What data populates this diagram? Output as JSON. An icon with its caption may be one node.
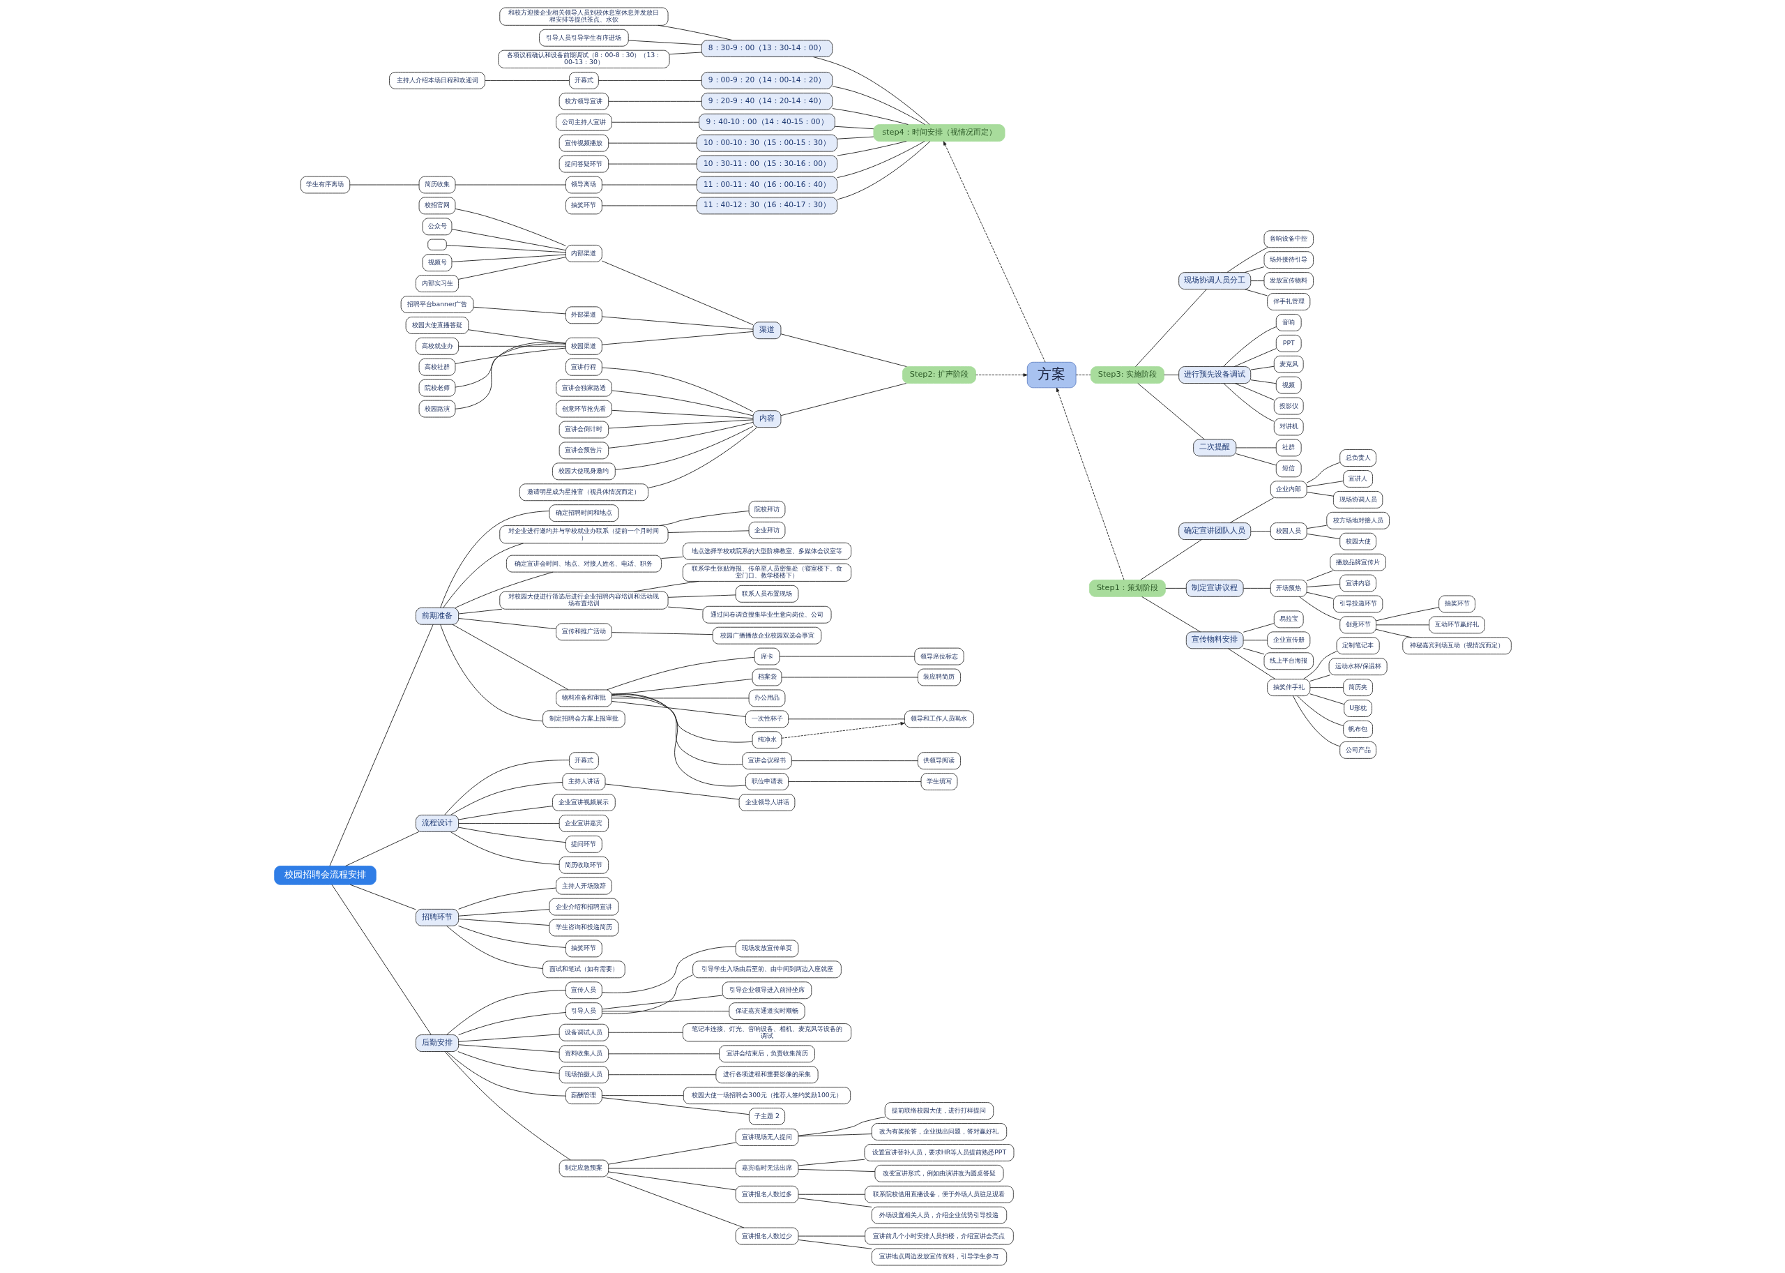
{
  "diagram": {
    "nodes": [
      {
        "text": [
          "校园招聘会流程安排"
        ]
      },
      {
        "text": [
          "前期准备"
        ]
      },
      {
        "text": [
          "确定招聘时间和地点"
        ]
      },
      {
        "text": [
          "对企业进行邀约并与学校就业办联系（提前一个月时间）"
        ]
      },
      {
        "text": [
          "院校拜访"
        ]
      },
      {
        "text": [
          "企业拜访"
        ]
      },
      {
        "text": [
          "确定宣讲会时间、地点、对接人姓名、电话、职务"
        ]
      },
      {
        "text": [
          "地点选择学校或院系的大型阶梯教室、多媒体会议室等"
        ]
      },
      {
        "text": [
          "对校园大使进行筛选后进行企业招聘内容培训和活动现场布置培训"
        ]
      },
      {
        "text": [
          "联系学生张贴海报、传单至人员密集处（寝室楼下、食堂门口、教学楼楼下）"
        ]
      },
      {
        "text": [
          "联系人员布置现场"
        ]
      },
      {
        "text": [
          "通过问卷调查搜集毕业生意向岗位、公司"
        ]
      },
      {
        "text": [
          "宣传和推广活动"
        ]
      },
      {
        "text": [
          "校园广播播放企业校园双选会事宜"
        ]
      },
      {
        "text": [
          "物料准备和审批"
        ]
      },
      {
        "text": [
          "席卡"
        ]
      },
      {
        "text": [
          "领导席位标志"
        ]
      },
      {
        "text": [
          "档案袋"
        ]
      },
      {
        "text": [
          "装应聘简历"
        ]
      },
      {
        "text": [
          "办公用品"
        ]
      },
      {
        "text": [
          "一次性杯子"
        ]
      },
      {
        "text": [
          "领导和工作人员喝水"
        ]
      },
      {
        "text": [
          "纯净水"
        ]
      },
      {
        "text": [
          "宣讲会议程书"
        ]
      },
      {
        "text": [
          "供领导阅读"
        ]
      },
      {
        "text": [
          "职位申请表"
        ]
      },
      {
        "text": [
          "学生填写"
        ]
      },
      {
        "text": [
          "制定招聘会方案上报审批"
        ]
      },
      {
        "text": [
          "流程设计"
        ]
      },
      {
        "text": [
          "开幕式"
        ]
      },
      {
        "text": [
          "主持人讲话"
        ]
      },
      {
        "text": [
          "企业领导人讲话"
        ]
      },
      {
        "text": [
          "企业宣讲视频展示"
        ]
      },
      {
        "text": [
          "企业宣讲嘉宾"
        ]
      },
      {
        "text": [
          "提问环节"
        ]
      },
      {
        "text": [
          "简历收取环节"
        ]
      },
      {
        "text": [
          "招聘环节"
        ]
      },
      {
        "text": [
          "主持人开场致辞"
        ]
      },
      {
        "text": [
          "企业介绍和招聘宣讲"
        ]
      },
      {
        "text": [
          "学生咨询和投递简历"
        ]
      },
      {
        "text": [
          "抽奖环节"
        ]
      },
      {
        "text": [
          "面试和笔试（如有需要）"
        ]
      },
      {
        "text": [
          "后勤安排"
        ]
      },
      {
        "text": [
          "宣传人员"
        ]
      },
      {
        "text": [
          "现场发放宣传单页"
        ]
      },
      {
        "text": [
          "引导人员"
        ]
      },
      {
        "text": [
          "引导学生入场由后至前、由中间到两边入座就座"
        ]
      },
      {
        "text": [
          "引导企业领导进入前排坐席"
        ]
      },
      {
        "text": [
          "保证嘉宾通道实时顺畅"
        ]
      },
      {
        "text": [
          "设备调试人员"
        ]
      },
      {
        "text": [
          "笔记本连接、灯光、音响设备、相机、麦克风等设备的调试"
        ]
      },
      {
        "text": [
          "资料收集人员"
        ]
      },
      {
        "text": [
          "宣讲会结束后，负责收集简历"
        ]
      },
      {
        "text": [
          "现场拍摄人员"
        ]
      },
      {
        "text": [
          "进行各项进程和重要影像的采集"
        ]
      },
      {
        "text": [
          "薪酬管理"
        ]
      },
      {
        "text": [
          "校园大使一场招聘会300元（推荐人签约奖励100元）"
        ]
      },
      {
        "text": [
          "子主题 2"
        ]
      },
      {
        "text": [
          "制定应急预案"
        ]
      },
      {
        "text": [
          "宣讲现场无人提问"
        ]
      },
      {
        "text": [
          "提前联络校园大使，进行打样提问"
        ]
      },
      {
        "text": [
          "改为有奖抢答，企业抛出问题，答对赢好礼"
        ]
      },
      {
        "text": [
          "嘉宾临时无法出席"
        ]
      },
      {
        "text": [
          "设置宣讲替补人员，要求HR等人员提前熟悉PPT"
        ]
      },
      {
        "text": [
          "改变宣讲形式，例如由演讲改为圆桌答疑"
        ]
      },
      {
        "text": [
          "宣讲报名人数过多"
        ]
      },
      {
        "text": [
          "联系院校借用直播设备，便于外场人员驻足观看"
        ]
      },
      {
        "text": [
          "外场设置相关人员，介绍企业优势引导投递"
        ]
      },
      {
        "text": [
          "宣讲报名人数过少"
        ]
      },
      {
        "text": [
          "宣讲前几个小时安排人员扫楼，介绍宣讲会亮点"
        ]
      },
      {
        "text": [
          "宣讲地点周边发放宣传资料，引导学生参与"
        ]
      },
      {
        "text": [
          "方案"
        ]
      },
      {
        "text": [
          "step4：时间安排（视情况而定）"
        ]
      },
      {
        "text": [
          "8：30-9：00（13：30-14：00）"
        ]
      },
      {
        "text": [
          "和校方迎接企业相关领导人员到校休息室休息并发放日程安排等提供茶点、水饮"
        ]
      },
      {
        "text": [
          "引导人员引导学生有序进场"
        ]
      },
      {
        "text": [
          "各项议程确认和设备前期调试（8：00-8：30）（13：00-13：30）"
        ]
      },
      {
        "text": [
          "9：00-9：20（14：00-14：20）"
        ]
      },
      {
        "text": [
          "开幕式"
        ]
      },
      {
        "text": [
          "主持人介绍本场日程和欢迎词"
        ]
      },
      {
        "text": [
          "9：20-9：40（14：20-14：40）"
        ]
      },
      {
        "text": [
          "校方领导宣讲"
        ]
      },
      {
        "text": [
          "9：40-10：00（14：40-15：00）"
        ]
      },
      {
        "text": [
          "公司主持人宣讲"
        ]
      },
      {
        "text": [
          "10：00-10：30（15：00-15：30）"
        ]
      },
      {
        "text": [
          "宣传视频播放"
        ]
      },
      {
        "text": [
          "10：30-11：00（15：30-16：00）"
        ]
      },
      {
        "text": [
          "提问答疑环节"
        ]
      },
      {
        "text": [
          "11：00-11：40（16：00-16：40）"
        ]
      },
      {
        "text": [
          "领导离场"
        ]
      },
      {
        "text": [
          "简历收集"
        ]
      },
      {
        "text": [
          "学生有序离场"
        ]
      },
      {
        "text": [
          "11：40-12：30（16：40-17：30）"
        ]
      },
      {
        "text": [
          "抽奖环节"
        ]
      },
      {
        "text": [
          "Step2: 扩声阶段"
        ]
      },
      {
        "text": [
          "渠道"
        ]
      },
      {
        "text": [
          "内部渠道"
        ]
      },
      {
        "text": [
          "校招官网"
        ]
      },
      {
        "text": [
          "公众号"
        ]
      },
      {
        "text": [],
        "shape": "box"
      },
      {
        "text": [
          "视频号"
        ]
      },
      {
        "text": [
          "内部实习生"
        ]
      },
      {
        "text": [
          "外部渠道"
        ]
      },
      {
        "text": [
          "招聘平台banner广告"
        ]
      },
      {
        "text": [
          "校园渠道"
        ]
      },
      {
        "text": [
          "校园大使直播答疑"
        ]
      },
      {
        "text": [
          "高校就业办"
        ]
      },
      {
        "text": [
          "高校社群"
        ]
      },
      {
        "text": [
          "院校老师"
        ]
      },
      {
        "text": [
          "校园路演"
        ]
      },
      {
        "text": [
          "内容"
        ]
      },
      {
        "text": [
          "宣讲行程"
        ]
      },
      {
        "text": [
          "宣讲会独家路透"
        ]
      },
      {
        "text": [
          "创意环节抢先看"
        ]
      },
      {
        "text": [
          "宣讲会倒计时"
        ]
      },
      {
        "text": [
          "宣讲会预告片"
        ]
      },
      {
        "text": [
          "校园大使现身邀约"
        ]
      },
      {
        "text": [
          "邀请明星成为星推官（视具体情况而定）"
        ]
      },
      {
        "text": [
          "Step1：策划阶段"
        ]
      },
      {
        "text": [
          "确定宣讲团队人员"
        ]
      },
      {
        "text": [
          "企业内部"
        ]
      },
      {
        "text": [
          "总负责人"
        ]
      },
      {
        "text": [
          "宣讲人"
        ]
      },
      {
        "text": [
          "现场协调人员"
        ]
      },
      {
        "text": [
          "校园人员"
        ]
      },
      {
        "text": [
          "校方场地对接人员"
        ]
      },
      {
        "text": [
          "校园大使"
        ]
      },
      {
        "text": [
          "制定宣讲议程"
        ]
      },
      {
        "text": [
          "开场预热"
        ]
      },
      {
        "text": [
          "播放品牌宣传片"
        ]
      },
      {
        "text": [
          "宣讲内容"
        ]
      },
      {
        "text": [
          "引导投递环节"
        ]
      },
      {
        "text": [
          "创意环节"
        ]
      },
      {
        "text": [
          "抽奖环节"
        ]
      },
      {
        "text": [
          "互动环节赢好礼"
        ]
      },
      {
        "text": [
          "神秘嘉宾到场互动（视情况而定）"
        ]
      },
      {
        "text": [
          "宣传物料安排"
        ]
      },
      {
        "text": [
          "易拉宝"
        ]
      },
      {
        "text": [
          "企业宣传册"
        ]
      },
      {
        "text": [
          "线上平台海报"
        ]
      },
      {
        "text": [
          "抽奖伴手礼"
        ]
      },
      {
        "text": [
          "定制笔记本"
        ]
      },
      {
        "text": [
          "运动水杯/保温杯"
        ]
      },
      {
        "text": [
          "简历夹"
        ]
      },
      {
        "text": [
          "U形枕"
        ]
      },
      {
        "text": [
          "帆布包"
        ]
      },
      {
        "text": [
          "公司产品"
        ]
      },
      {
        "text": [
          "Step3: 实施阶段"
        ]
      },
      {
        "text": [
          "现场协调人员分工"
        ]
      },
      {
        "text": [
          "音响设备中控"
        ]
      },
      {
        "text": [
          "场外接待引导"
        ]
      },
      {
        "text": [
          "发放宣传物料"
        ]
      },
      {
        "text": [
          "伴手礼管理"
        ]
      },
      {
        "text": [
          "进行预先设备调试"
        ]
      },
      {
        "text": [
          "音响"
        ]
      },
      {
        "text": [
          "PPT"
        ]
      },
      {
        "text": [
          "麦克风"
        ]
      },
      {
        "text": [
          "视频"
        ]
      },
      {
        "text": [
          "投影仪"
        ]
      },
      {
        "text": [
          "对讲机"
        ]
      },
      {
        "text": [
          "二次提醒"
        ]
      },
      {
        "text": [
          "社群"
        ]
      },
      {
        "text": [
          "短信"
        ]
      }
    ],
    "edges": [
      {
        "from": 0,
        "to": 1,
        "arrow": "none"
      },
      {
        "from": 1,
        "to": 2,
        "arrow": "none"
      },
      {
        "from": 1,
        "to": 3,
        "arrow": "none"
      },
      {
        "from": 3,
        "to": 4,
        "arrow": "none"
      },
      {
        "from": 3,
        "to": 5,
        "arrow": "none"
      },
      {
        "from": 1,
        "to": 6,
        "arrow": "none"
      },
      {
        "from": 6,
        "to": 7,
        "arrow": "none"
      },
      {
        "from": 1,
        "to": 8,
        "arrow": "none"
      },
      {
        "from": 8,
        "to": 9,
        "arrow": "none"
      },
      {
        "from": 8,
        "to": 10,
        "arrow": "none"
      },
      {
        "from": 8,
        "to": 11,
        "arrow": "none"
      },
      {
        "from": 1,
        "to": 12,
        "arrow": "none"
      },
      {
        "from": 12,
        "to": 13,
        "arrow": "none"
      },
      {
        "from": 1,
        "to": 14,
        "arrow": "none"
      },
      {
        "from": 14,
        "to": 15,
        "arrow": "none"
      },
      {
        "from": 15,
        "to": 16,
        "arrow": "none"
      },
      {
        "from": 14,
        "to": 17,
        "arrow": "none"
      },
      {
        "from": 17,
        "to": 18,
        "arrow": "none"
      },
      {
        "from": 14,
        "to": 19,
        "arrow": "none"
      },
      {
        "from": 14,
        "to": 20,
        "arrow": "none"
      },
      {
        "from": 20,
        "to": 21,
        "arrow": "none"
      },
      {
        "from": 14,
        "to": 22,
        "arrow": "none"
      },
      {
        "from": 14,
        "to": 23,
        "arrow": "none"
      },
      {
        "from": 23,
        "to": 24,
        "arrow": "none"
      },
      {
        "from": 14,
        "to": 25,
        "arrow": "none"
      },
      {
        "from": 25,
        "to": 26,
        "arrow": "none"
      },
      {
        "from": 1,
        "to": 27,
        "arrow": "none"
      },
      {
        "from": 0,
        "to": 28,
        "arrow": "none"
      },
      {
        "from": 28,
        "to": 29,
        "arrow": "none"
      },
      {
        "from": 28,
        "to": 30,
        "arrow": "none"
      },
      {
        "from": 30,
        "to": 31,
        "arrow": "none"
      },
      {
        "from": 28,
        "to": 32,
        "arrow": "none"
      },
      {
        "from": 28,
        "to": 33,
        "arrow": "none"
      },
      {
        "from": 28,
        "to": 34,
        "arrow": "none"
      },
      {
        "from": 28,
        "to": 35,
        "arrow": "none"
      },
      {
        "from": 0,
        "to": 36,
        "arrow": "none"
      },
      {
        "from": 36,
        "to": 37,
        "arrow": "none"
      },
      {
        "from": 36,
        "to": 38,
        "arrow": "none"
      },
      {
        "from": 36,
        "to": 39,
        "arrow": "none"
      },
      {
        "from": 36,
        "to": 40,
        "arrow": "none"
      },
      {
        "from": 36,
        "to": 41,
        "arrow": "none"
      },
      {
        "from": 0,
        "to": 42,
        "arrow": "none"
      },
      {
        "from": 42,
        "to": 43,
        "arrow": "none"
      },
      {
        "from": 43,
        "to": 44,
        "arrow": "none"
      },
      {
        "from": 42,
        "to": 45,
        "arrow": "none"
      },
      {
        "from": 45,
        "to": 46,
        "arrow": "none"
      },
      {
        "from": 45,
        "to": 47,
        "arrow": "none"
      },
      {
        "from": 45,
        "to": 48,
        "arrow": "none"
      },
      {
        "from": 42,
        "to": 49,
        "arrow": "none"
      },
      {
        "from": 49,
        "to": 50,
        "arrow": "none"
      },
      {
        "from": 42,
        "to": 51,
        "arrow": "none"
      },
      {
        "from": 51,
        "to": 52,
        "arrow": "none"
      },
      {
        "from": 42,
        "to": 53,
        "arrow": "none"
      },
      {
        "from": 53,
        "to": 54,
        "arrow": "none"
      },
      {
        "from": 42,
        "to": 55,
        "arrow": "none"
      },
      {
        "from": 55,
        "to": 56,
        "arrow": "none"
      },
      {
        "from": 55,
        "to": 57,
        "arrow": "none"
      },
      {
        "from": 42,
        "to": 58,
        "arrow": "none"
      },
      {
        "from": 58,
        "to": 59,
        "arrow": "none"
      },
      {
        "from": 59,
        "to": 60,
        "arrow": "none"
      },
      {
        "from": 59,
        "to": 61,
        "arrow": "none"
      },
      {
        "from": 58,
        "to": 62,
        "arrow": "none"
      },
      {
        "from": 62,
        "to": 63,
        "arrow": "none"
      },
      {
        "from": 62,
        "to": 64,
        "arrow": "none"
      },
      {
        "from": 58,
        "to": 65,
        "arrow": "none"
      },
      {
        "from": 65,
        "to": 66,
        "arrow": "none"
      },
      {
        "from": 65,
        "to": 67,
        "arrow": "none"
      },
      {
        "from": 58,
        "to": 68,
        "arrow": "none"
      },
      {
        "from": 68,
        "to": 69,
        "arrow": "none"
      },
      {
        "from": 68,
        "to": 70,
        "arrow": "none"
      },
      {
        "from": 71,
        "to": 72,
        "arrow": "to",
        "style": "dashed"
      },
      {
        "from": 73,
        "to": 72,
        "arrow": "none"
      },
      {
        "from": 74,
        "to": 73,
        "arrow": "none"
      },
      {
        "from": 75,
        "to": 73,
        "arrow": "none"
      },
      {
        "from": 76,
        "to": 73,
        "arrow": "none"
      },
      {
        "from": 77,
        "to": 72,
        "arrow": "none"
      },
      {
        "from": 78,
        "to": 77,
        "arrow": "none"
      },
      {
        "from": 79,
        "to": 78,
        "arrow": "none"
      },
      {
        "from": 80,
        "to": 72,
        "arrow": "none"
      },
      {
        "from": 81,
        "to": 80,
        "arrow": "none"
      },
      {
        "from": 82,
        "to": 72,
        "arrow": "none"
      },
      {
        "from": 83,
        "to": 82,
        "arrow": "none"
      },
      {
        "from": 84,
        "to": 72,
        "arrow": "none"
      },
      {
        "from": 85,
        "to": 84,
        "arrow": "none"
      },
      {
        "from": 86,
        "to": 72,
        "arrow": "none"
      },
      {
        "from": 87,
        "to": 86,
        "arrow": "none"
      },
      {
        "from": 88,
        "to": 72,
        "arrow": "none"
      },
      {
        "from": 89,
        "to": 88,
        "arrow": "none"
      },
      {
        "from": 90,
        "to": 89,
        "arrow": "none"
      },
      {
        "from": 91,
        "to": 90,
        "arrow": "none"
      },
      {
        "from": 92,
        "to": 72,
        "arrow": "none"
      },
      {
        "from": 93,
        "to": 92,
        "arrow": "none"
      },
      {
        "from": 94,
        "to": 71,
        "arrow": "to",
        "style": "dashed"
      },
      {
        "from": 95,
        "to": 94,
        "arrow": "none"
      },
      {
        "from": 96,
        "to": 95,
        "arrow": "none"
      },
      {
        "from": 97,
        "to": 96,
        "arrow": "none"
      },
      {
        "from": 98,
        "to": 96,
        "arrow": "none"
      },
      {
        "from": 99,
        "to": 96,
        "arrow": "none"
      },
      {
        "from": 100,
        "to": 96,
        "arrow": "none"
      },
      {
        "from": 101,
        "to": 96,
        "arrow": "none"
      },
      {
        "from": 102,
        "to": 95,
        "arrow": "none"
      },
      {
        "from": 103,
        "to": 102,
        "arrow": "none"
      },
      {
        "from": 104,
        "to": 95,
        "arrow": "none"
      },
      {
        "from": 105,
        "to": 104,
        "arrow": "none"
      },
      {
        "from": 106,
        "to": 104,
        "arrow": "none"
      },
      {
        "from": 107,
        "to": 104,
        "arrow": "none"
      },
      {
        "from": 108,
        "to": 104,
        "arrow": "none"
      },
      {
        "from": 109,
        "to": 104,
        "arrow": "none"
      },
      {
        "from": 110,
        "to": 94,
        "arrow": "none"
      },
      {
        "from": 111,
        "to": 110,
        "arrow": "none"
      },
      {
        "from": 112,
        "to": 110,
        "arrow": "none"
      },
      {
        "from": 113,
        "to": 110,
        "arrow": "none"
      },
      {
        "from": 114,
        "to": 110,
        "arrow": "none"
      },
      {
        "from": 115,
        "to": 110,
        "arrow": "none"
      },
      {
        "from": 116,
        "to": 110,
        "arrow": "none"
      },
      {
        "from": 117,
        "to": 110,
        "arrow": "none"
      },
      {
        "from": 118,
        "to": 71,
        "arrow": "to",
        "style": "dashed"
      },
      {
        "from": 118,
        "to": 119,
        "arrow": "none"
      },
      {
        "from": 119,
        "to": 120,
        "arrow": "none"
      },
      {
        "from": 120,
        "to": 121,
        "arrow": "none"
      },
      {
        "from": 120,
        "to": 122,
        "arrow": "none"
      },
      {
        "from": 120,
        "to": 123,
        "arrow": "none"
      },
      {
        "from": 119,
        "to": 124,
        "arrow": "none"
      },
      {
        "from": 124,
        "to": 125,
        "arrow": "none"
      },
      {
        "from": 124,
        "to": 126,
        "arrow": "none"
      },
      {
        "from": 118,
        "to": 127,
        "arrow": "none"
      },
      {
        "from": 127,
        "to": 128,
        "arrow": "none"
      },
      {
        "from": 128,
        "to": 129,
        "arrow": "none"
      },
      {
        "from": 128,
        "to": 130,
        "arrow": "none"
      },
      {
        "from": 128,
        "to": 131,
        "arrow": "none"
      },
      {
        "from": 128,
        "to": 132,
        "arrow": "none"
      },
      {
        "from": 132,
        "to": 133,
        "arrow": "none"
      },
      {
        "from": 132,
        "to": 134,
        "arrow": "none"
      },
      {
        "from": 132,
        "to": 135,
        "arrow": "none"
      },
      {
        "from": 118,
        "to": 136,
        "arrow": "none"
      },
      {
        "from": 136,
        "to": 137,
        "arrow": "none"
      },
      {
        "from": 136,
        "to": 138,
        "arrow": "none"
      },
      {
        "from": 136,
        "to": 139,
        "arrow": "none"
      },
      {
        "from": 136,
        "to": 140,
        "arrow": "none"
      },
      {
        "from": 140,
        "to": 141,
        "arrow": "none"
      },
      {
        "from": 140,
        "to": 142,
        "arrow": "none"
      },
      {
        "from": 140,
        "to": 143,
        "arrow": "none"
      },
      {
        "from": 140,
        "to": 144,
        "arrow": "none"
      },
      {
        "from": 140,
        "to": 145,
        "arrow": "none"
      },
      {
        "from": 140,
        "to": 146,
        "arrow": "none"
      },
      {
        "from": 71,
        "to": 147,
        "arrow": "none",
        "style": "dashed"
      },
      {
        "from": 147,
        "to": 148,
        "arrow": "none"
      },
      {
        "from": 148,
        "to": 149,
        "arrow": "none"
      },
      {
        "from": 148,
        "to": 150,
        "arrow": "none"
      },
      {
        "from": 148,
        "to": 151,
        "arrow": "none"
      },
      {
        "from": 148,
        "to": 152,
        "arrow": "none"
      },
      {
        "from": 147,
        "to": 153,
        "arrow": "none"
      },
      {
        "from": 153,
        "to": 154,
        "arrow": "none"
      },
      {
        "from": 153,
        "to": 155,
        "arrow": "none"
      },
      {
        "from": 153,
        "to": 156,
        "arrow": "none"
      },
      {
        "from": 153,
        "to": 157,
        "arrow": "none"
      },
      {
        "from": 153,
        "to": 158,
        "arrow": "none"
      },
      {
        "from": 153,
        "to": 159,
        "arrow": "none"
      },
      {
        "from": 147,
        "to": 160,
        "arrow": "none"
      },
      {
        "from": 160,
        "to": 161,
        "arrow": "none"
      },
      {
        "from": 160,
        "to": 162,
        "arrow": "none"
      },
      {
        "from": 22,
        "to": 21,
        "arrow": "to",
        "style": "dashed"
      }
    ]
  }
}
